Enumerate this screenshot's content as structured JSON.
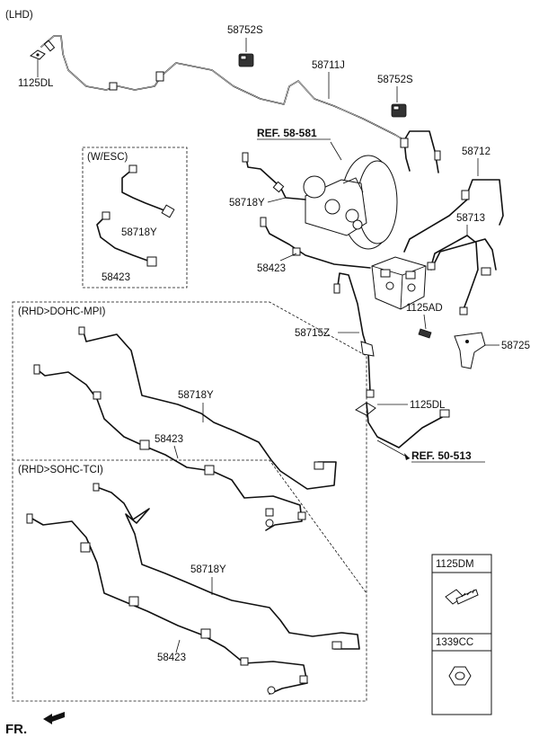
{
  "labels": {
    "lhd": "(LHD)",
    "w_esc": "(W/ESC)",
    "rhd_dohc": "(RHD>DOHC-MPI)",
    "rhd_sohc": "(RHD>SOHC-TCI)",
    "p_58752s_a": "58752S",
    "p_58752s_b": "58752S",
    "p_58711j": "58711J",
    "p_1125dl_a": "1125DL",
    "p_ref_58581": "REF. 58-581",
    "p_58712": "58712",
    "p_58718y_a": "58718Y",
    "p_58718y_esc": "58718Y",
    "p_58423_esc": "58423",
    "p_58713": "58713",
    "p_58423_a": "58423",
    "p_1125ad": "1125AD",
    "p_58715z": "58715Z",
    "p_58725": "58725",
    "p_1125dl_b": "1125DL",
    "p_ref_50513": "REF. 50-513",
    "p_58718y_dohc": "58718Y",
    "p_58423_dohc": "58423",
    "p_58718y_sohc": "58718Y",
    "p_58423_sohc": "58423",
    "legend_1125dm": "1125DM",
    "legend_1339cc": "1339CC",
    "fr": "FR."
  }
}
